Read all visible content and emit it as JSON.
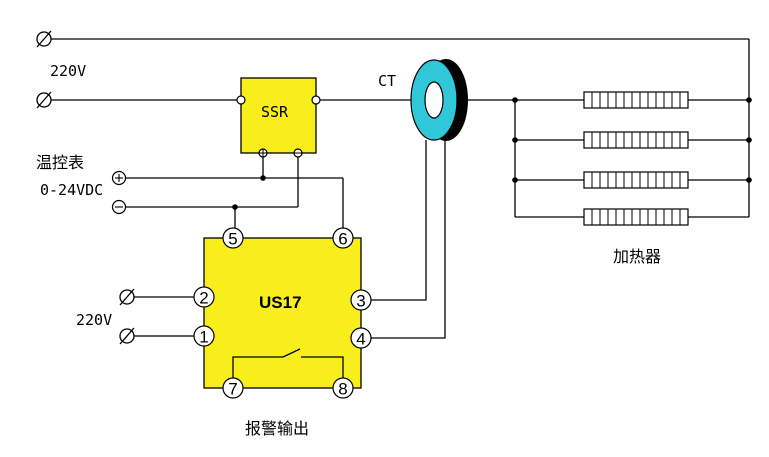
{
  "labels": {
    "supply_voltage_top": "220V",
    "ssr": "SSR",
    "ct": "CT",
    "temp_controller": "温控表",
    "dc_range": "0-24VDC",
    "plus": "+",
    "minus": "−",
    "module": "US17",
    "supply_voltage_module": "220V",
    "heater": "加热器",
    "alarm_output": "报警输出"
  },
  "pins": [
    "5",
    "6",
    "2",
    "1",
    "3",
    "4",
    "7",
    "8"
  ],
  "colors": {
    "module_fill": "#f7ee1c",
    "ct_ring": "#30c8d8",
    "ct_back": "#000000",
    "wire": "#000000"
  }
}
